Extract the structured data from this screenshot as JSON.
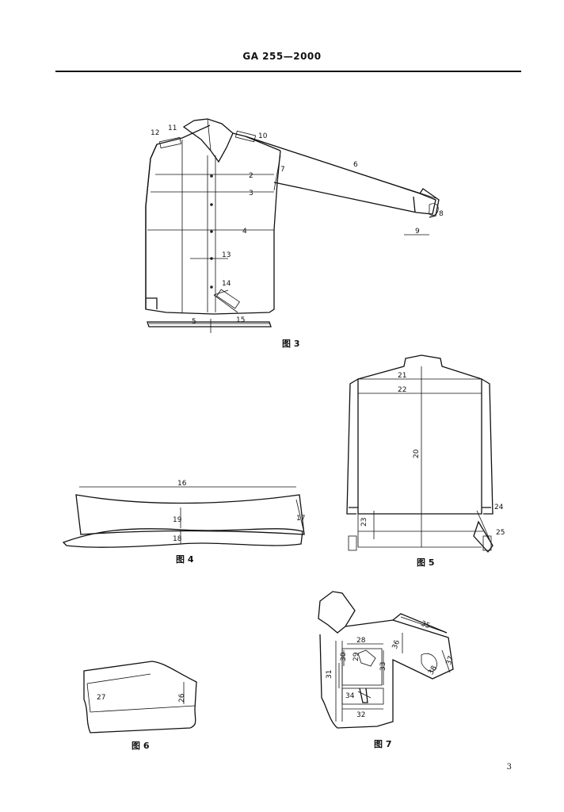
{
  "header": {
    "standard_code": "GA 255—2000"
  },
  "page_number": "3",
  "figures": {
    "fig3": {
      "caption": "图 3",
      "labels": [
        "2",
        "3",
        "4",
        "5",
        "6",
        "7",
        "8",
        "9",
        "10",
        "11",
        "12",
        "13",
        "14",
        "15"
      ]
    },
    "fig4": {
      "caption": "图 4",
      "labels": [
        "16",
        "17",
        "18",
        "19"
      ]
    },
    "fig5": {
      "caption": "图 5",
      "labels": [
        "20",
        "21",
        "22",
        "23",
        "24",
        "25"
      ]
    },
    "fig6": {
      "caption": "图 6",
      "labels": [
        "26",
        "27"
      ]
    },
    "fig7": {
      "caption": "图 7",
      "labels": [
        "28",
        "29",
        "30",
        "31",
        "32",
        "33",
        "34",
        "35",
        "36",
        "37",
        "38"
      ]
    }
  }
}
